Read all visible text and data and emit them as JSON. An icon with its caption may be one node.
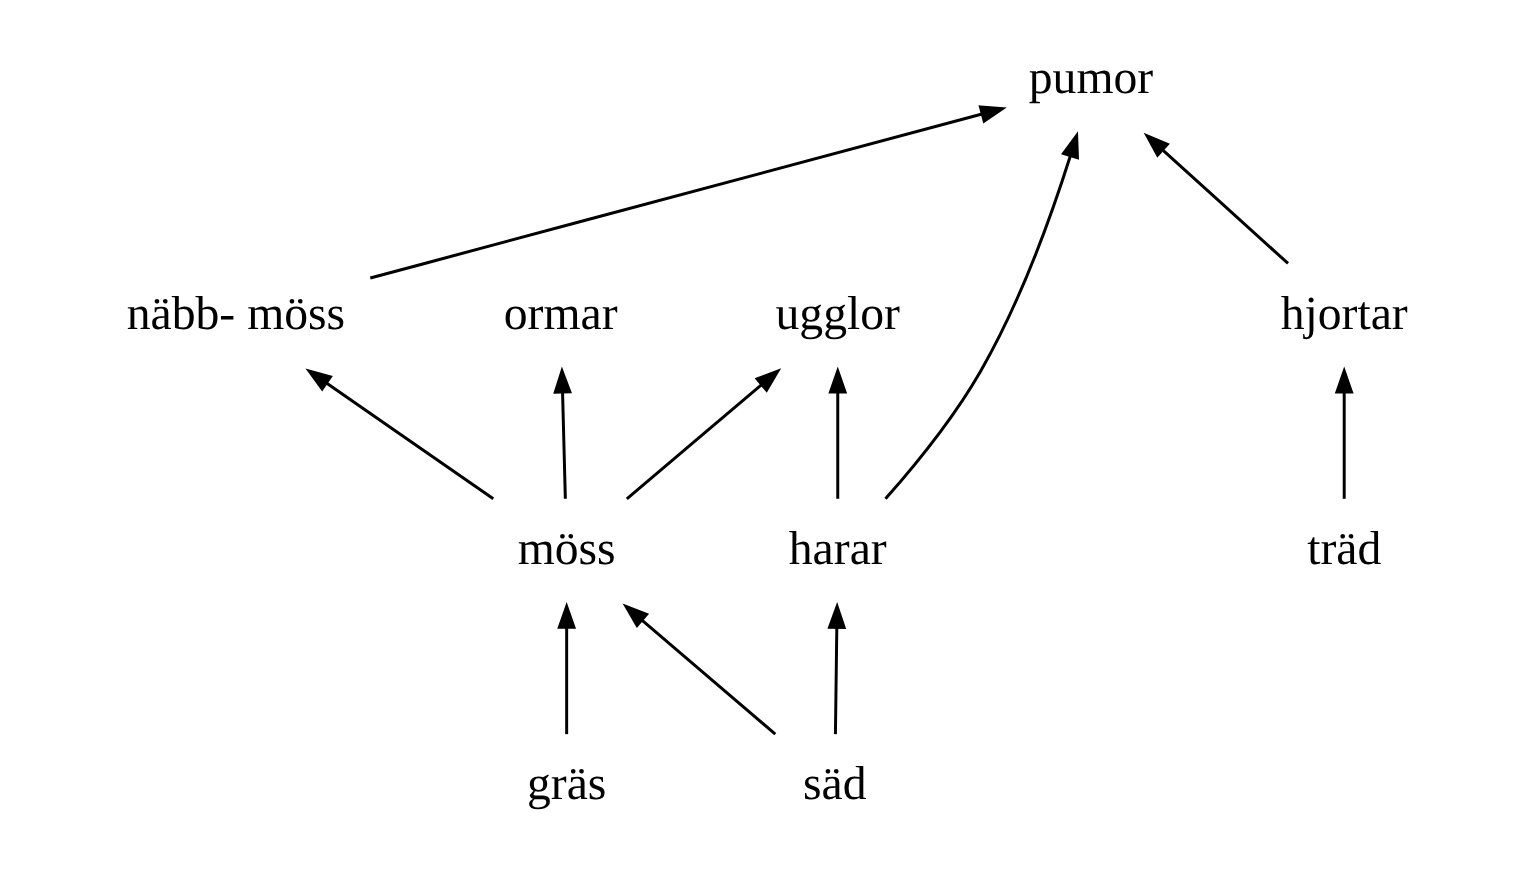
{
  "diagram": {
    "nodes": [
      {
        "text": [
          "pumor"
        ]
      },
      {
        "text": [
          "näbb- möss"
        ]
      },
      {
        "text": [
          "ormar"
        ]
      },
      {
        "text": [
          "ugglor"
        ]
      },
      {
        "text": [
          "möss"
        ]
      },
      {
        "text": [
          "harar"
        ]
      },
      {
        "text": [
          "hjortar"
        ]
      },
      {
        "text": [
          "gräs"
        ]
      },
      {
        "text": [
          "säd"
        ]
      },
      {
        "text": [
          "träd"
        ]
      }
    ],
    "edges": [
      {
        "from": 1,
        "to": 0,
        "arrow": "to"
      },
      {
        "from": 4,
        "to": 1,
        "arrow": "to"
      },
      {
        "from": 4,
        "to": 2,
        "arrow": "to"
      },
      {
        "from": 4,
        "to": 3,
        "arrow": "to"
      },
      {
        "from": 5,
        "to": 3,
        "arrow": "to"
      },
      {
        "from": 5,
        "to": 0,
        "arrow": "to"
      },
      {
        "from": 6,
        "to": 0,
        "arrow": "to"
      },
      {
        "from": 7,
        "to": 4,
        "arrow": "to"
      },
      {
        "from": 8,
        "to": 4,
        "arrow": "to"
      },
      {
        "from": 8,
        "to": 5,
        "arrow": "to"
      },
      {
        "from": 9,
        "to": 6,
        "arrow": "to"
      }
    ]
  }
}
